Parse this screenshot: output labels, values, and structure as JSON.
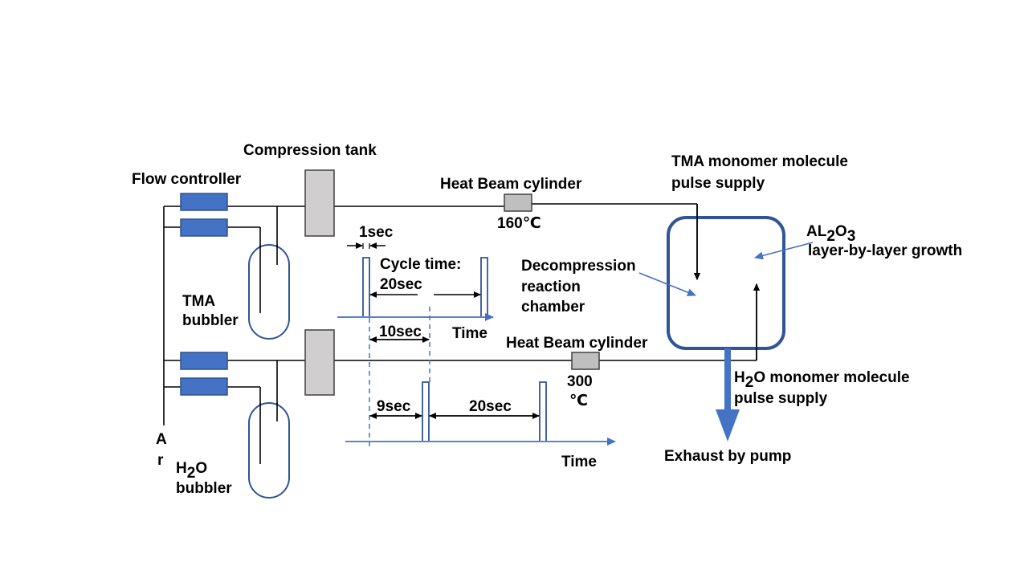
{
  "colors": {
    "line": "#000000",
    "accent": "#4472C4",
    "accent_dark": "#2F5597",
    "controller_fill": "#4472C4",
    "controller_stroke": "#2F528F",
    "tank_fill": "#D0CECE",
    "tank_stroke": "#404040"
  },
  "labels": {
    "flow_controller": "Flow controller",
    "compression_tank": "Compression tank",
    "heat_beam_top": "Heat Beam cylinder",
    "temp_top": "160℃",
    "heat_beam_bottom": "Heat Beam cylinder",
    "temp_bottom_value": "300",
    "temp_bottom_unit": "℃",
    "tma_pulse_line1": "TMA monomer molecule",
    "tma_pulse_line2": "pulse supply",
    "al2o3_base": "AL",
    "al2o3_sub1": "2",
    "al2o3_mid": "O",
    "al2o3_sub2": "3",
    "growth": "layer-by-layer growth",
    "decompression_line1": "Decompression",
    "decompression_line2": "reaction",
    "decompression_line3": "chamber",
    "tma_bubbler_line1": "TMA",
    "tma_bubbler_line2": "bubbler",
    "h2o_bubbler_h": "H",
    "h2o_bubbler_sub": "2",
    "h2o_bubbler_o": "O",
    "h2o_bubbler_line2": "bubbler",
    "ar_a": "A",
    "ar_r": "r",
    "h2o_pulse_h": "H",
    "h2o_pulse_sub": "2",
    "h2o_pulse_rest": "O monomer molecule",
    "h2o_pulse_line2": "pulse supply",
    "exhaust": "Exhaust by pump"
  },
  "timing": {
    "pulse_width": "1sec",
    "cycle_line1": "Cycle time:",
    "cycle_line2": "20sec",
    "time_axis_top": "Time",
    "offset": "10sec",
    "delay": "9sec",
    "period": "20sec",
    "time_axis_bottom": "Time"
  }
}
